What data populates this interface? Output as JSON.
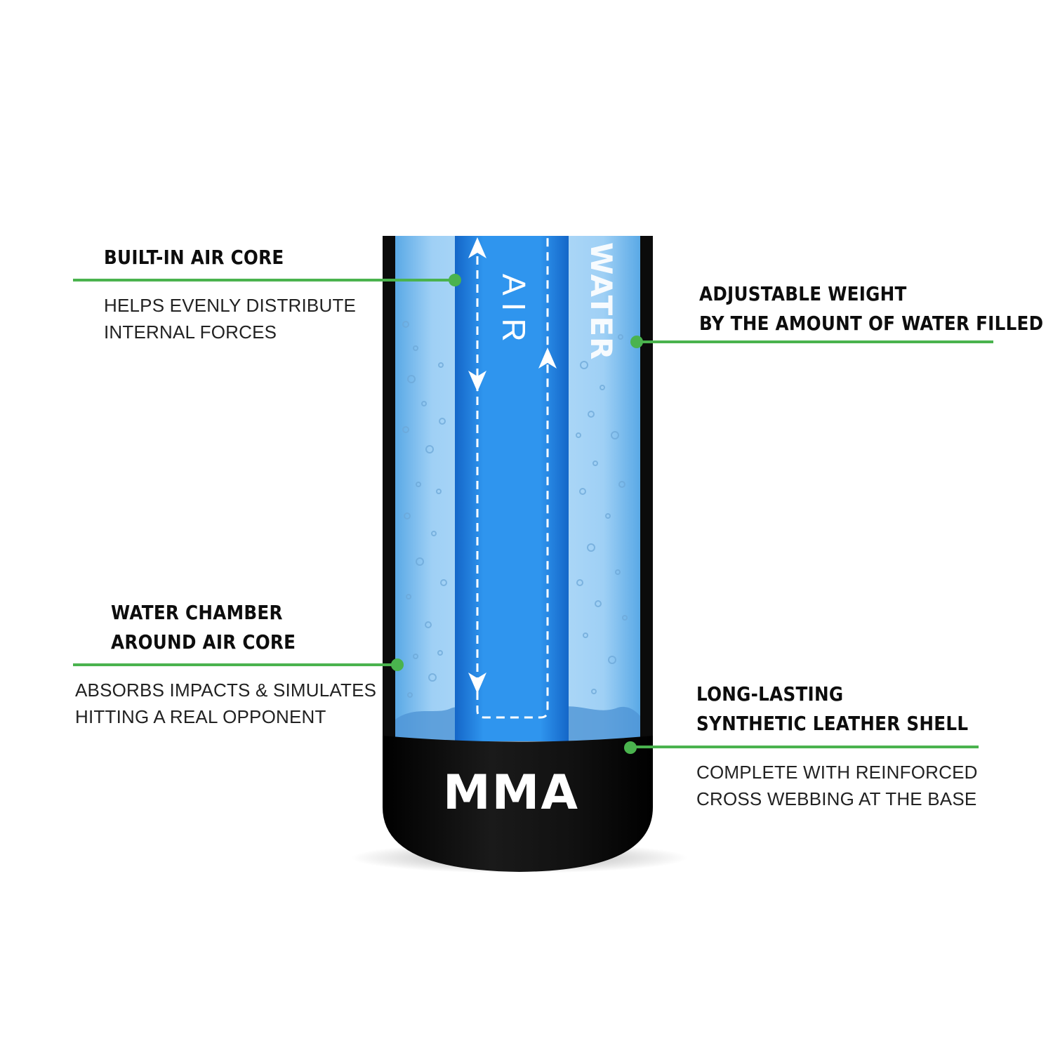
{
  "product": {
    "brand_mark": "MMA",
    "core_label": "AIR",
    "chamber_label": "WATER"
  },
  "callouts": {
    "air_core": {
      "title": "BUILT-IN AIR CORE",
      "desc_1": "HELPS EVENLY DISTRIBUTE",
      "desc_2": "INTERNAL FORCES"
    },
    "adjustable_weight": {
      "title_1": "ADJUSTABLE WEIGHT",
      "title_2": "BY THE AMOUNT OF WATER FILLED"
    },
    "water_chamber": {
      "title_1": "WATER CHAMBER",
      "title_2": "AROUND AIR CORE",
      "desc_1": "ABSORBS IMPACTS & SIMULATES",
      "desc_2": "HITTING A REAL OPPONENT"
    },
    "shell": {
      "title_1": "LONG-LASTING",
      "title_2": "SYNTHETIC LEATHER SHELL",
      "desc_1": "COMPLETE WITH REINFORCED",
      "desc_2": "CROSS WEBBING AT THE BASE"
    }
  },
  "colors": {
    "accent_green": "#4ab34e",
    "water_blue": "#8ec6f0",
    "core_blue": "#1f86e6",
    "shell_black": "#0b0b0b"
  }
}
